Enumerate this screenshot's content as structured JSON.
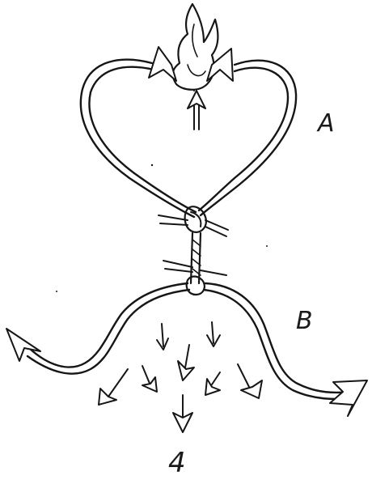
{
  "labels": {
    "a": "A",
    "b": "B",
    "figure_number": "4"
  },
  "icons": [
    "flame-icon",
    "heart-loop",
    "knot",
    "barbed-arrow-left",
    "barbed-arrow-right",
    "downward-arrows"
  ],
  "colors": {
    "ink": "#161616",
    "paper": "#ffffff"
  }
}
